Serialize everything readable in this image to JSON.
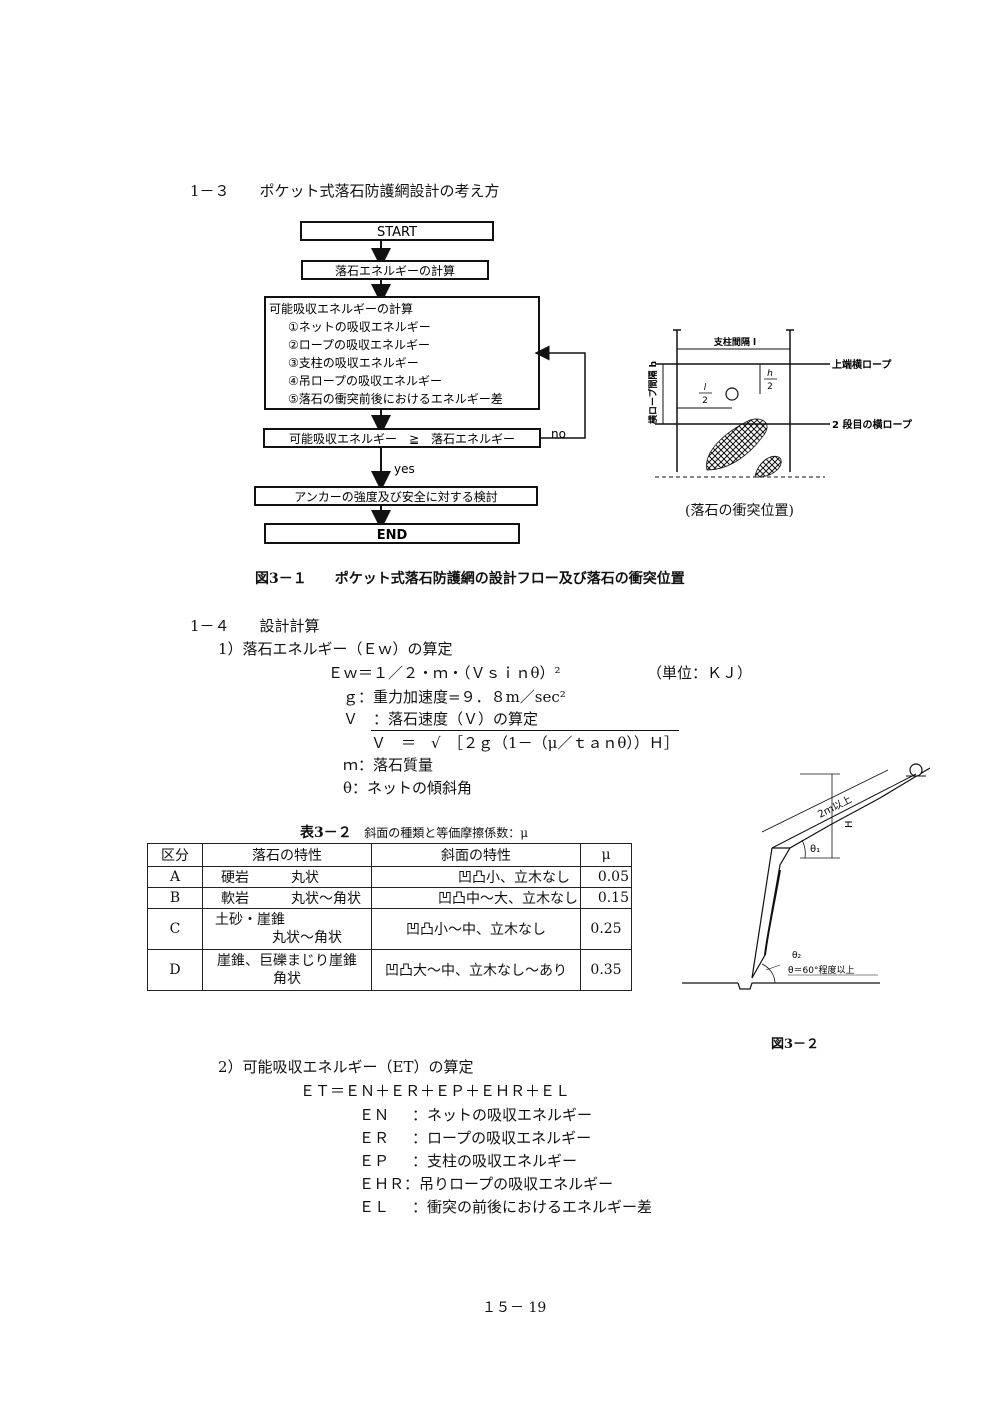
{
  "section13": {
    "title": "1－３　　ポケット式落石防護網設計の考え方"
  },
  "flow": {
    "start": "START",
    "calc_energy": "落石エネルギーの計算",
    "absorb_title": "可能吸収エネルギーの計算",
    "absorb_items": [
      "①ネットの吸収エネルギー",
      "②ロープの吸収エネルギー",
      "③支柱の吸収エネルギー",
      "④吊ロープの吸収エネルギー",
      "⑤落石の衝突前後におけるエネルギー差"
    ],
    "compare": "可能吸収エネルギー　≧　落石エネルギー",
    "no": "no",
    "yes": "yes",
    "anchor": "アンカーの強度及び安全に対する検討",
    "end": "END"
  },
  "impact": {
    "span_label": "支柱間隔 l",
    "vertical_label": "横ロープ間隔 h",
    "h_num": "h",
    "h_den": "2",
    "l_num": "l",
    "l_den": "2",
    "top_rope": "上端横ロープ",
    "second_rope": "2 段目の横ロープ",
    "caption": "(落石の衝突位置)"
  },
  "fig31": {
    "caption": "図3－１　　ポケット式落石防護網の設計フロー及び落石の衝突位置"
  },
  "section14": {
    "title": "1－４　　設計計算",
    "sub1": "1）落石エネルギー（Ｅｗ）の算定",
    "formula": "Ｅｗ＝１／２・ｍ・（Ｖｓｉｎθ）²",
    "unit": "（単位：ＫＪ）",
    "g": "ｇ：重力加速度=９．８m／sec²",
    "v": "Ｖ　：落石速度（Ｖ）の算定",
    "v_formula": "Ｖ　＝　√　［２ｇ（1－（μ／ｔａｎθ））Ｈ］",
    "m": "ｍ：落石質量",
    "theta": "θ：ネットの傾斜角"
  },
  "table32": {
    "caption_bold": "表3－２",
    "caption_rest": "斜面の種類と等価摩擦係数：μ",
    "headers": [
      "区分",
      "落石の特性",
      "斜面の特性",
      "μ"
    ],
    "rows": [
      {
        "id": "A",
        "rock": "硬岩　　　丸状",
        "slope": "凹凸小、立木なし",
        "mu": "0.05"
      },
      {
        "id": "B",
        "rock": "軟岩　　　丸状～角状",
        "slope": "凹凸中～大、立木なし",
        "mu": "0.15"
      },
      {
        "id": "C",
        "rock1": "土砂・崖錐",
        "rock2": "丸状～角状",
        "slope": "凹凸小～中、立木なし",
        "mu": "0.25"
      },
      {
        "id": "D",
        "rock1": "崖錐、巨礫まじり崖錐",
        "rock2": "角状",
        "slope": "凹凸大～中、立木なし～あり",
        "mu": "0.35"
      }
    ]
  },
  "fig32": {
    "dist": "2ｍ以上",
    "H": "H",
    "theta1": "θ₁",
    "theta2": "θ₂",
    "theta_cond": "θ＝60°程度以上",
    "caption": "図3－２"
  },
  "section2": {
    "title": "2）可能吸収エネルギー（ET）の算定",
    "formula": "ＥＴ＝ＥＮ＋ＥＲ＋ＥＰ＋ＥＨＲ＋ＥＬ",
    "items": [
      {
        "k": "ＥＮ",
        "v": "：ネットの吸収エネルギー"
      },
      {
        "k": "ＥＲ",
        "v": "：ロープの吸収エネルギー"
      },
      {
        "k": "ＥＰ",
        "v": "：支柱の吸収エネルギー"
      },
      {
        "k": "ＥＨＲ",
        "v": "：吊りロープの吸収エネルギー"
      },
      {
        "k": "ＥＬ",
        "v": "：衝突の前後におけるエネルギー差"
      }
    ]
  },
  "footer": {
    "page": "１５－ 19"
  }
}
